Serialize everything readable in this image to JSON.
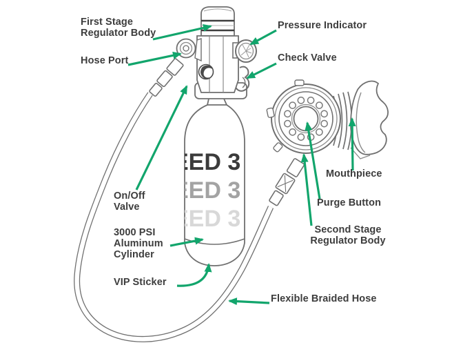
{
  "diagram": {
    "labels": {
      "first_stage": "First Stage\nRegulator Body",
      "pressure_indicator": "Pressure Indicator",
      "hose_port": "Hose Port",
      "check_valve": "Check Valve",
      "on_off_valve": "On/Off\nValve",
      "cylinder": "3000 PSI\nAluminum\nCylinder",
      "vip_sticker": "VIP Sticker",
      "mouthpiece": "Mouthpiece",
      "purge_button": "Purge Button",
      "second_stage": "Second Stage\nRegulator Body",
      "flexible_hose": "Flexible Braided Hose"
    },
    "cylinder_markings": {
      "row1": "EED 3",
      "row2": "EED 3",
      "row3": "EED 3"
    },
    "colors": {
      "arrow_green": "#12a56c",
      "label_text": "#3d3d3d",
      "line_gray": "#6f6f6f"
    }
  }
}
